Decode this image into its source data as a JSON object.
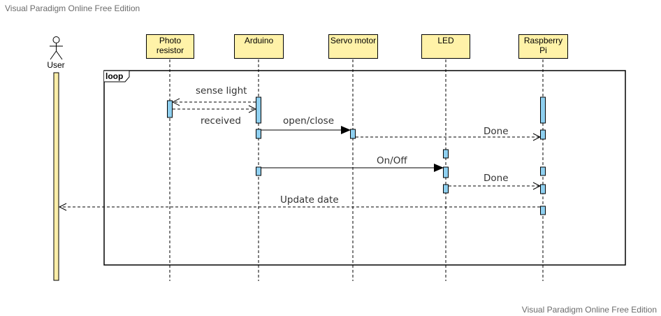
{
  "watermark": {
    "top": "Visual Paradigm Online Free Edition",
    "bottom": "Visual Paradigm Online Free Edition"
  },
  "actor": {
    "label": "User"
  },
  "lifelines": {
    "photoresistor": "Photo\nresistor",
    "arduino": "Arduino",
    "servo": "Servo motor",
    "led": "LED",
    "raspberry": "Raspberry\nPi"
  },
  "fragment": {
    "label": "loop"
  },
  "messages": {
    "sense_light": "sense light",
    "received": "received",
    "open_close": "open/close",
    "done_servo": "Done",
    "on_off": "On/Off",
    "done_led": "Done",
    "update_date": "Update date"
  },
  "colors": {
    "lifeline_fill": "#fff2a8",
    "activation_fill": "#8fd0f0",
    "actor_bar_fill": "#fbeea8"
  }
}
